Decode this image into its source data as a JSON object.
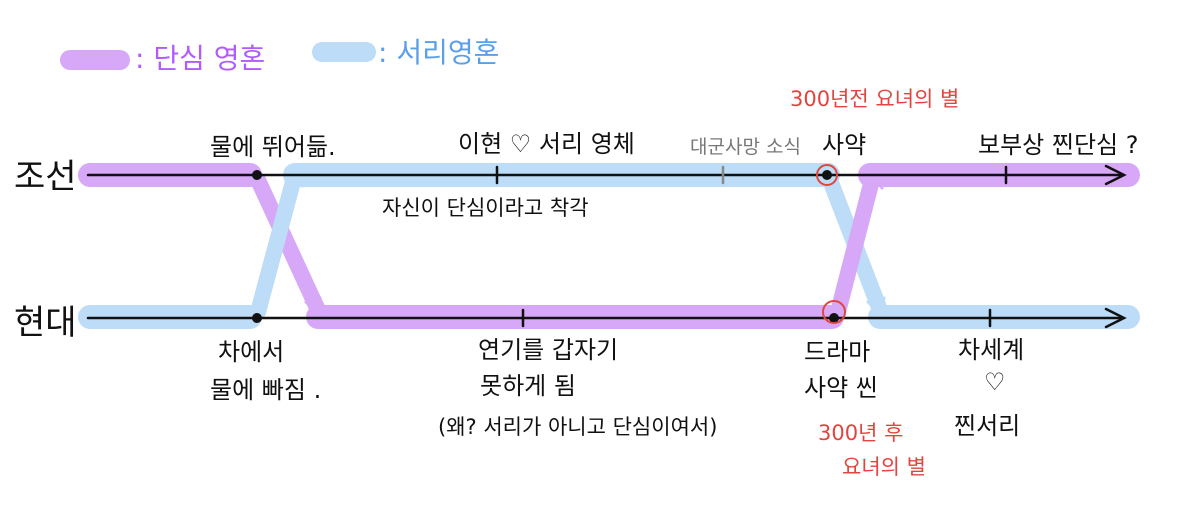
{
  "legend": {
    "purple_label": ": 단심 영혼",
    "blue_label": ": 서리영혼"
  },
  "colors": {
    "purple_band": "#d7a8f7",
    "blue_band": "#bcdcf7",
    "line": "#111111",
    "marker_red": "#e2453f",
    "text_red": "#e2453f",
    "text_gray": "#777777",
    "legend_purple": "#b15bff",
    "legend_blue": "#5a9fe8"
  },
  "rows": {
    "joseon": "조선",
    "modern": "현대"
  },
  "labels": {
    "joseon_water": "물에 뛰어듦.",
    "joseon_marriage": "이현 ♡ 서리 영체",
    "joseon_misbelief": "자신이  단심이라고  착각",
    "joseon_general_death_news": "대군사망 소식",
    "joseon_death_note": "300년전 요녀의 별",
    "joseon_death": "사약",
    "joseon_reward": "보부상 찐단심 ?",
    "modern_car_line1": "차에서",
    "modern_car_line2": "물에 빠짐 .",
    "modern_acting_line1": "연기를  갑자기",
    "modern_acting_line2": "못하게 됨",
    "modern_acting_reason": "(왜? 서리가 아니고 단심이여서)",
    "modern_drama_line1": "드라마",
    "modern_drama_line2": "사약  씬",
    "modern_note_line1": "300년 후",
    "modern_note_line2": "요녀의 별",
    "modern_cha_line1": "차세계",
    "modern_cha_heart": "♡",
    "modern_cha_line2": "찐서리"
  }
}
